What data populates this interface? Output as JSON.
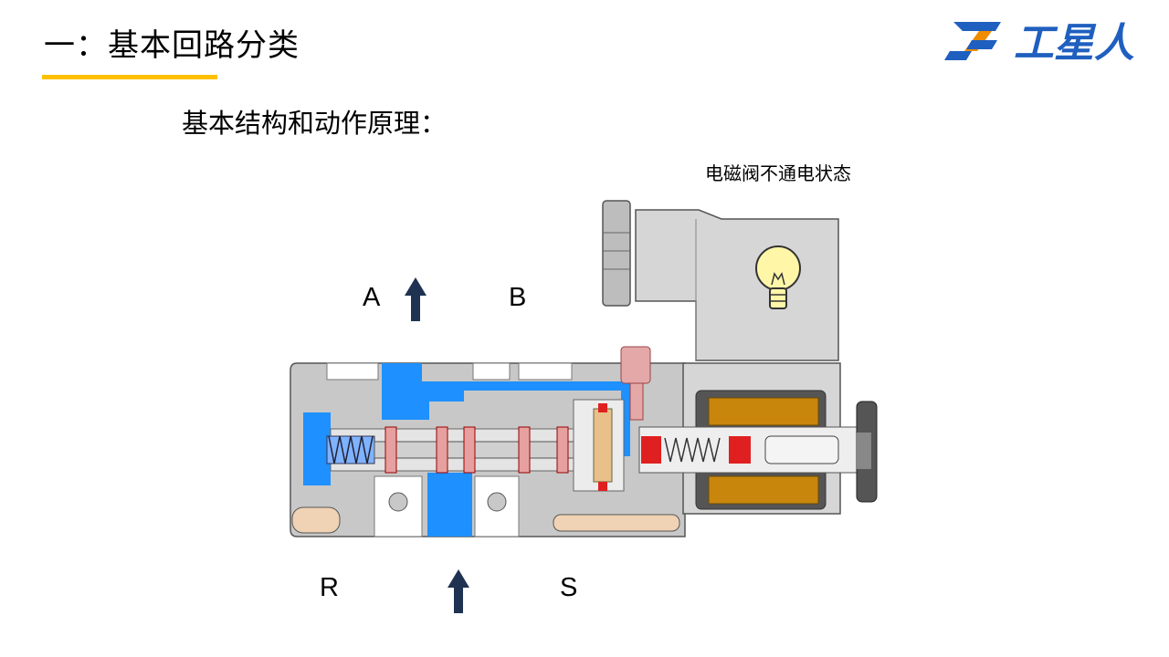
{
  "header": {
    "title": "一：基本回路分类",
    "logo_text": "工星人"
  },
  "main": {
    "subtitle": "基本结构和动作原理：",
    "state_label": "电磁阀不通电状态"
  },
  "diagram": {
    "ports": {
      "a": "A",
      "b": "B",
      "r": "R",
      "s": "S"
    },
    "flow_arrows": [
      "up",
      "up"
    ],
    "colors": {
      "air_flow": "#1e90ff",
      "body": "#c8c8c8",
      "coil": "#c8860d",
      "seal": "#e02020",
      "arrow": "#1f3251",
      "accent_bar": "#ffc000",
      "logo_blue": "#1f5fbf",
      "logo_orange": "#f08c00"
    },
    "icons": [
      "lightbulb-icon",
      "arrow-up-icon"
    ]
  }
}
